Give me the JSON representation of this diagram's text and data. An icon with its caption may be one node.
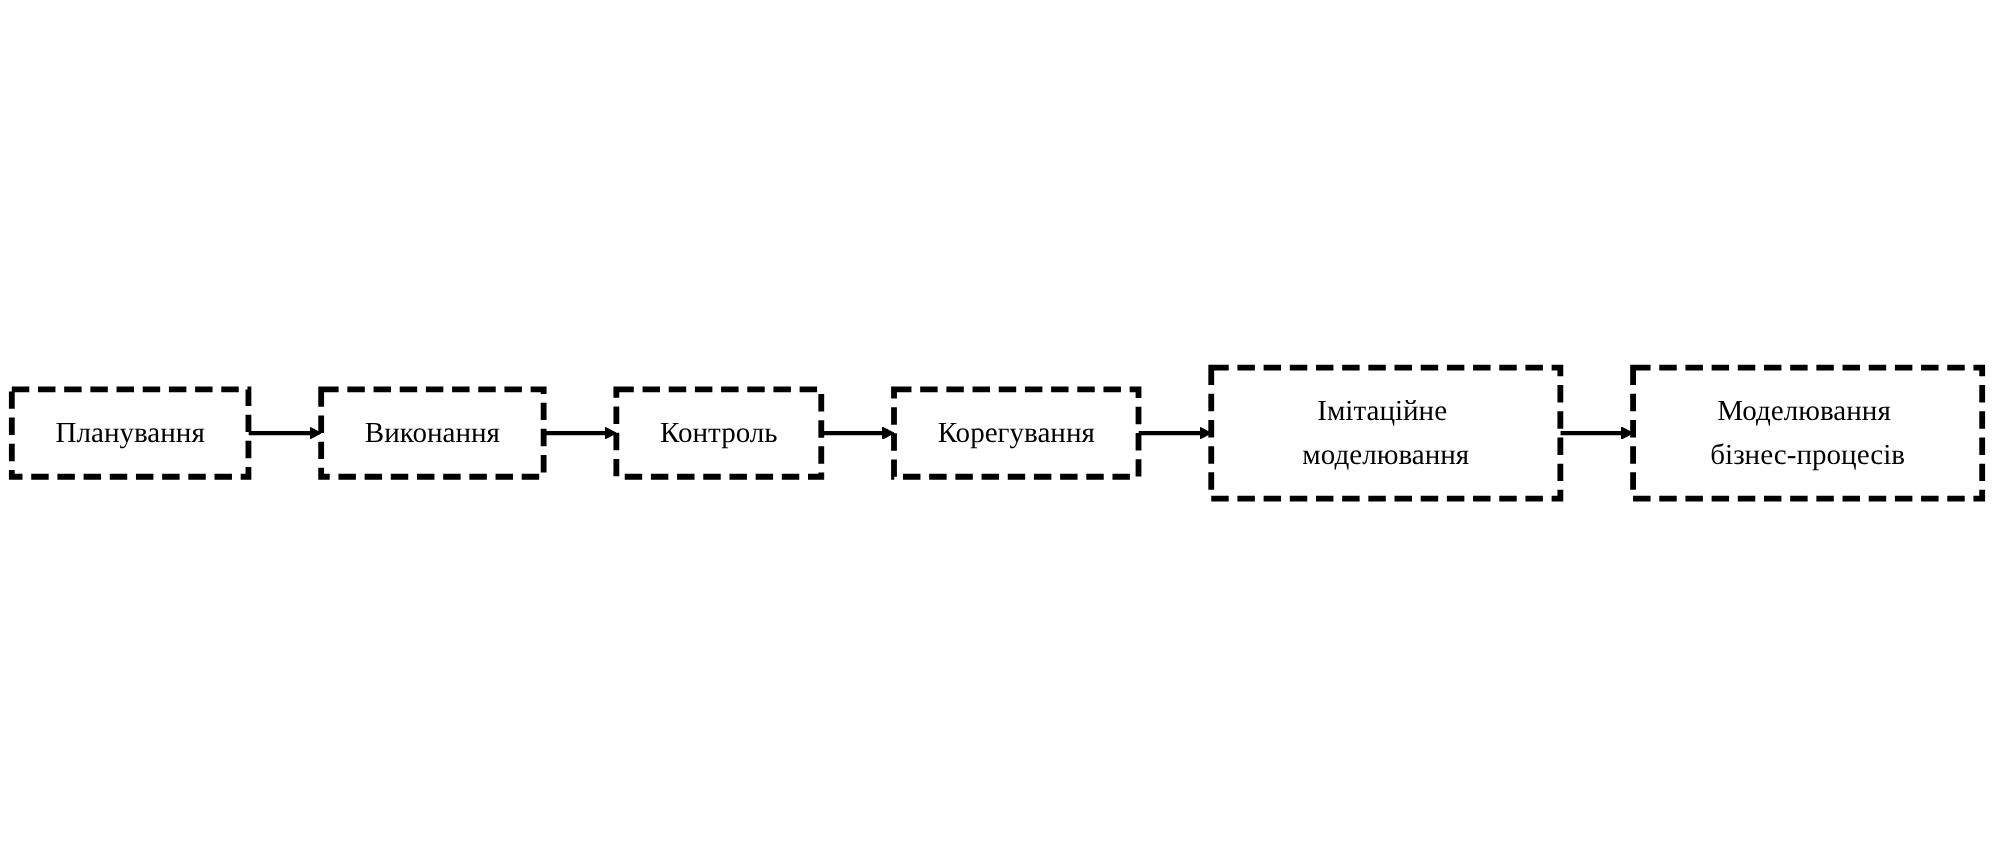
{
  "diagram": {
    "nodes": [
      {
        "text": [
          "Планування"
        ]
      },
      {
        "text": [
          "Виконання"
        ]
      },
      {
        "text": [
          "Контроль"
        ]
      },
      {
        "text": [
          "Моделювання бізнес-процесів"
        ]
      },
      {
        "text": [
          "Імітаційне моделювання"
        ]
      },
      {
        "text": [
          "Корегування"
        ]
      }
    ],
    "edges": [
      {
        "from": 0,
        "to": 1,
        "arrow": "to"
      },
      {
        "from": 1,
        "to": 2,
        "arrow": "to"
      },
      {
        "from": 2,
        "to": 5,
        "arrow": "to"
      },
      {
        "from": 5,
        "to": 4,
        "arrow": "to"
      },
      {
        "from": 4,
        "to": 3,
        "arrow": "to"
      }
    ]
  }
}
